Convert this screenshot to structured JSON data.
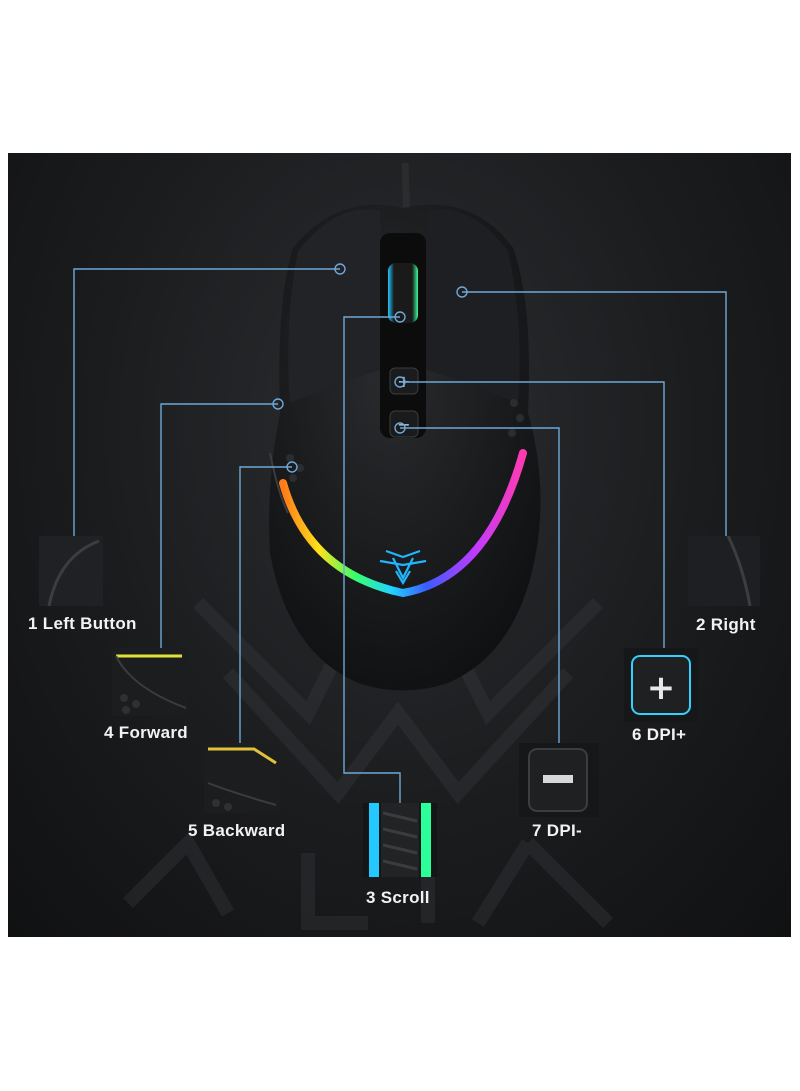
{
  "callouts": {
    "left_button": "1 Left Button",
    "right_button": "2 Right",
    "scroll": "3 Scroll",
    "forward": "4 Forward",
    "backward": "5 Backward",
    "dpi_plus": "6 DPI+",
    "dpi_minus": "7 DPI-"
  },
  "colors": {
    "background": "#1b1c1e",
    "leader_line": "#6ea8d8",
    "mouse_body": "#161718",
    "rgb_strip": [
      "#ff7a1a",
      "#ffe21a",
      "#39ff6a",
      "#21d4ff",
      "#3b5bff",
      "#c03bff",
      "#ff3bb0"
    ]
  },
  "icons": {
    "logo": "spider-logo-icon",
    "dpi_plus": "plus-icon",
    "dpi_minus": "minus-icon"
  }
}
